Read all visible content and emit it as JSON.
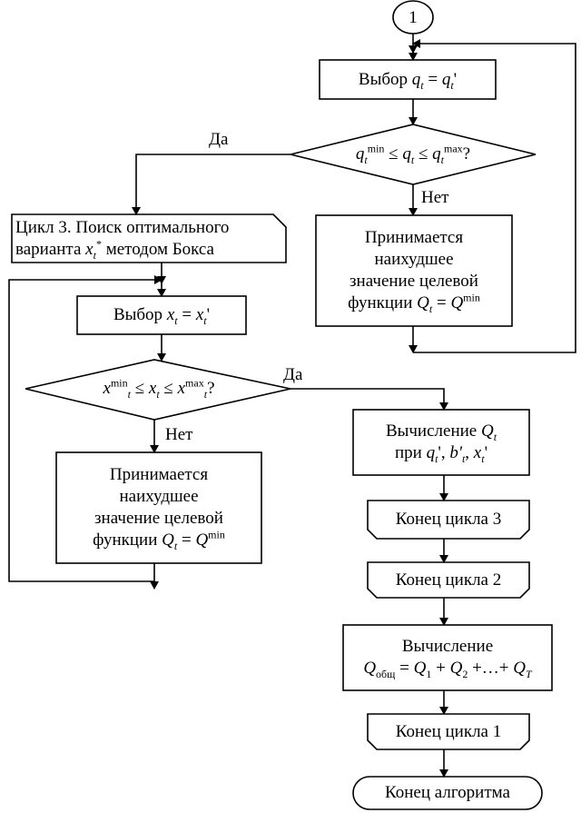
{
  "connector": {
    "label": "1"
  },
  "top_loop": {
    "select_q": {
      "prefix": "Выбор",
      "lhs": "q",
      "sub": "t",
      "eq": " = ",
      "rhs": "q",
      "rhs_sub": "t",
      "prime": "'"
    },
    "check_q": {
      "lhs": "q",
      "lhs_sub": "t",
      "lhs_sup": "min",
      "mid_op1": " ≤ ",
      "mid": "q",
      "mid_sub": "t",
      "mid_op2": " ≤ ",
      "rhs": "q",
      "rhs_sub": "t",
      "rhs_sup": "max",
      "qmark": "?"
    },
    "yes_label": "Да",
    "no_label": "Нет",
    "worst_value": {
      "line1": "Принимается",
      "line2": "наихудшее",
      "line3": "значение целевой",
      "line4_prefix": "функции ",
      "line4_q": "Q",
      "line4_q_sub": "t",
      "line4_eq": " = ",
      "line4_rhs": "Q",
      "line4_rhs_sup": "min"
    }
  },
  "cycle3": {
    "header": {
      "line1": "Цикл 3. Поиск оптимального",
      "line2_prefix": "варианта ",
      "line2_x": "x",
      "line2_x_sub": "t",
      "line2_x_sup": "*",
      "line2_suffix": " методом Бокса"
    },
    "select_x": {
      "prefix": "Выбор ",
      "lhs": "x",
      "lhs_sub": "t",
      "eq": " = ",
      "rhs": "x",
      "rhs_sub": "t",
      "prime": "'"
    },
    "check_x": {
      "lhs": "x",
      "lhs_sup": "min",
      "lhs_sub": "t",
      "op1": " ≤ ",
      "mid": "x",
      "mid_sub": "t",
      "op2": " ≤ ",
      "rhs": "x",
      "rhs_sup": "max",
      "rhs_sub": "t",
      "qmark": "?"
    },
    "yes_label": "Да",
    "no_label": "Нет",
    "worst_value": {
      "line1": "Принимается",
      "line2": "наихудшее",
      "line3": "значение целевой",
      "line4_prefix": "функции ",
      "line4_q": "Q",
      "line4_q_sub": "t",
      "line4_eq": " = ",
      "line4_rhs": "Q",
      "line4_rhs_sup": "min"
    }
  },
  "compute_q": {
    "line1_prefix": "Вычисление ",
    "line1_q": "Q",
    "line1_q_sub": "t",
    "line2_prefix": "при ",
    "q": "q",
    "q_sub": "t",
    "q_prime": "'",
    "comma1": ", ",
    "b": "b'",
    "b_sub": "t",
    "comma2": ", ",
    "x": "x",
    "x_sub": "t",
    "x_prime": "'"
  },
  "end_cycle3": "Конец цикла 3",
  "end_cycle2": "Конец цикла 2",
  "compute_total": {
    "line1": "Вычисление",
    "q": "Q",
    "q_sub": "общ",
    "eq": " = ",
    "q1": "Q",
    "q1_sub": "1",
    "plus1": " + ",
    "q2": "Q",
    "q2_sub": "2",
    "plus2": " +…+ ",
    "qt": "Q",
    "qt_sub": "T"
  },
  "end_cycle1": "Конец цикла 1",
  "end_algorithm": "Конец алгоритма"
}
